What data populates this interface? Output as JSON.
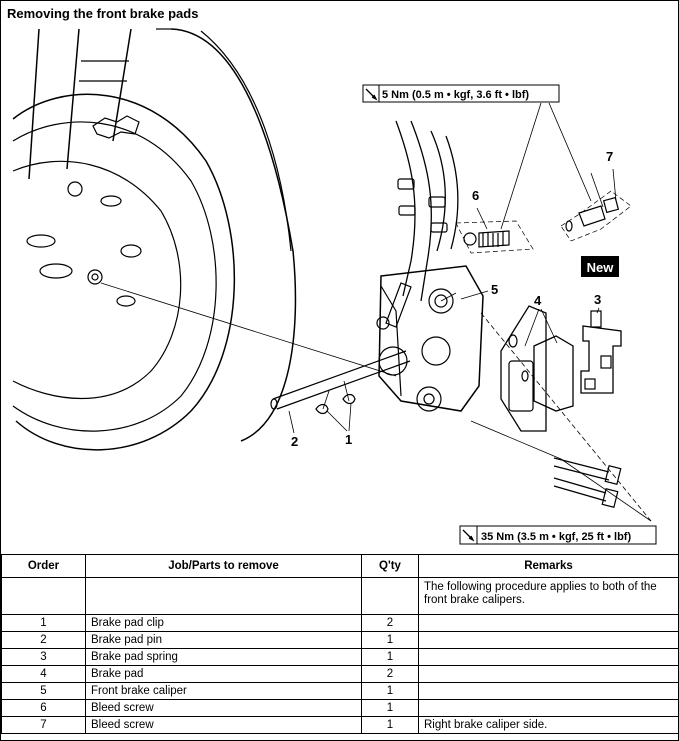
{
  "title": "Removing the front brake pads",
  "torque_top": "5 Nm (0.5 m • kgf, 3.6 ft • lbf)",
  "torque_bottom": "35 Nm (3.5 m • kgf, 25 ft • lbf)",
  "new_badge": "New",
  "callouts": {
    "c1": "1",
    "c2": "2",
    "c3": "3",
    "c4": "4",
    "c5": "5",
    "c6": "6",
    "c7": "7"
  },
  "icon": "torque-wrench-icon",
  "table": {
    "headers": [
      "Order",
      "Job/Parts to remove",
      "Q'ty",
      "Remarks"
    ],
    "intro_remark": "The following procedure applies to both of the front brake calipers.",
    "rows": [
      {
        "order": "1",
        "part": "Brake pad clip",
        "qty": "2",
        "remark": ""
      },
      {
        "order": "2",
        "part": "Brake pad pin",
        "qty": "1",
        "remark": ""
      },
      {
        "order": "3",
        "part": "Brake pad spring",
        "qty": "1",
        "remark": ""
      },
      {
        "order": "4",
        "part": "Brake pad",
        "qty": "2",
        "remark": ""
      },
      {
        "order": "5",
        "part": "Front brake caliper",
        "qty": "1",
        "remark": ""
      },
      {
        "order": "6",
        "part": "Bleed screw",
        "qty": "1",
        "remark": ""
      },
      {
        "order": "7",
        "part": "Bleed screw",
        "qty": "1",
        "remark": "Right brake caliper side."
      }
    ]
  }
}
